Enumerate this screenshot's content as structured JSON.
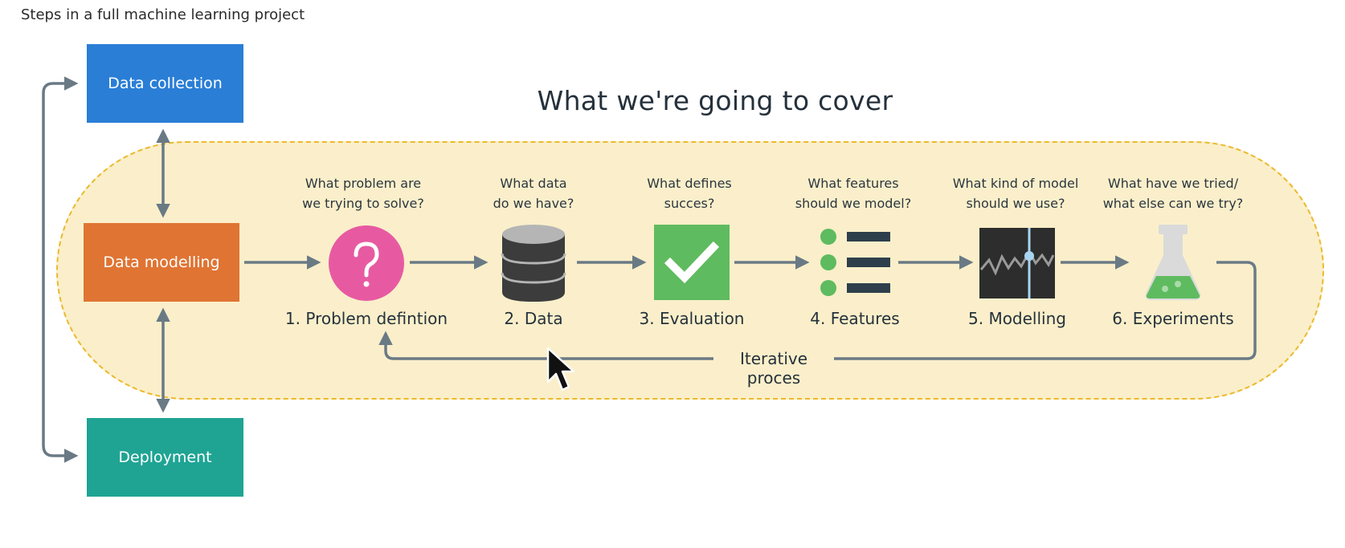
{
  "caption": "Steps in a full machine learning project",
  "title": "What we're going to cover",
  "side_boxes": {
    "collection": "Data collection",
    "modelling": "Data modelling",
    "deployment": "Deployment"
  },
  "steps": [
    {
      "q1": "What problem are",
      "q2": "we trying to solve?",
      "label": "1. Problem defintion",
      "icon": "question-mark-icon"
    },
    {
      "q1": "What data",
      "q2": "do we have?",
      "label": "2. Data",
      "icon": "database-icon"
    },
    {
      "q1": "What defines",
      "q2": "succes?",
      "label": "3. Evaluation",
      "icon": "checkmark-icon"
    },
    {
      "q1": "What features",
      "q2": "should we model?",
      "label": "4. Features",
      "icon": "list-icon"
    },
    {
      "q1": "What kind of model",
      "q2": "should we use?",
      "label": "5. Modelling",
      "icon": "chart-icon"
    },
    {
      "q1": "What have we tried/",
      "q2": "what else can we try?",
      "label": "6. Experiments",
      "icon": "flask-icon"
    }
  ],
  "iterative_label": "Iterative proces",
  "colors": {
    "collection": "#2a7ed6",
    "modelling": "#e07433",
    "deployment": "#1fa494",
    "pill_fill": "#faefca",
    "pill_border": "#ecb92c",
    "arrow": "#6a7a85"
  }
}
